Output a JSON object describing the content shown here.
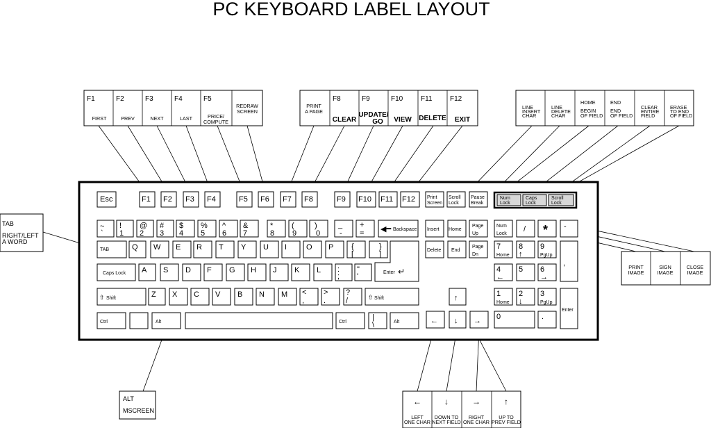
{
  "title": "PC KEYBOARD LABEL LAYOUT",
  "fkey_group1": [
    {
      "key": "F1",
      "label": "FIRST"
    },
    {
      "key": "F2",
      "label": "PREV"
    },
    {
      "key": "F3",
      "label": "NEXT"
    },
    {
      "key": "F4",
      "label": "LAST"
    },
    {
      "key": "F5",
      "label1": "PRICE/",
      "label2": "COMPUTE"
    },
    {
      "key": "",
      "label1": "REDRAW",
      "label2": "SCREEN"
    }
  ],
  "fkey_group2": [
    {
      "key": "",
      "label1": "PRINT",
      "label2": "A PAGE"
    },
    {
      "key": "F8",
      "label": "CLEAR"
    },
    {
      "key": "F9",
      "label1": "UPDATE/",
      "label2": "GO"
    },
    {
      "key": "F10",
      "label": "VIEW"
    },
    {
      "key": "F11",
      "label": "DELETE"
    },
    {
      "key": "F12",
      "label": "EXIT"
    }
  ],
  "edit_group": [
    {
      "l1": "LINE",
      "l2": "INSERT",
      "l3": "CHAR"
    },
    {
      "l1": "LINE",
      "l2": "DELETE",
      "l3": "CHAR"
    },
    {
      "l1": "HOME",
      "l2": "BEGIN",
      "l3": "OF FIELD"
    },
    {
      "l1": "END",
      "l2": "END",
      "l3": "OF FIELD"
    },
    {
      "l1": "CLEAR",
      "l2": "ENTIRE",
      "l3": "FIELD"
    },
    {
      "l1": "ERASE",
      "l2": "TO END",
      "l3": "OF FIELD"
    }
  ],
  "image_group": [
    {
      "l1": "PRINT",
      "l2": "IMAGE"
    },
    {
      "l1": "SIGN",
      "l2": "IMAGE"
    },
    {
      "l1": "CLOSE",
      "l2": "IMAGE"
    }
  ],
  "tab_callout": {
    "l1": "TAB",
    "l2": "RIGHT/LEFT",
    "l3": "A WORD"
  },
  "alt_callout": {
    "l1": "ALT",
    "l2": "MSCREEN"
  },
  "arrow_group": [
    {
      "arrow": "←",
      "l1": "LEFT",
      "l2": "ONE CHAR"
    },
    {
      "arrow": "↓",
      "l1": "DOWN TO",
      "l2": "NEXT FIELD"
    },
    {
      "arrow": "→",
      "l1": "RIGHT",
      "l2": "ONE CHAR"
    },
    {
      "arrow": "↑",
      "l1": "UP TO",
      "l2": "PREV FIELD"
    }
  ],
  "keys": {
    "esc": "Esc",
    "fkeys": [
      "F1",
      "F2",
      "F3",
      "F4",
      "F5",
      "F6",
      "F7",
      "F8",
      "F9",
      "F10",
      "F11",
      "F12"
    ],
    "print_screen": [
      "Print",
      "Screen"
    ],
    "scroll_lock": [
      "Scroll",
      "Lock"
    ],
    "pause_break": [
      "Pause",
      "Break"
    ],
    "indicators": [
      [
        "Num",
        "Lock"
      ],
      [
        "Caps",
        "Lock"
      ],
      [
        "Scroll",
        "Lock"
      ]
    ],
    "number_row": [
      [
        "~",
        "`"
      ],
      [
        "!",
        "1"
      ],
      [
        "@",
        "2"
      ],
      [
        "#",
        "3"
      ],
      [
        "$",
        "4"
      ],
      [
        "%",
        "5"
      ],
      [
        "^",
        "6"
      ],
      [
        "&",
        "7"
      ],
      [
        "*",
        "8"
      ],
      [
        "(",
        "9"
      ],
      [
        ")",
        "0"
      ],
      [
        "_",
        "-"
      ],
      [
        "+",
        "="
      ]
    ],
    "backspace": "Backspace",
    "tab": "TAB",
    "qwerty": [
      "Q",
      "W",
      "E",
      "R",
      "T",
      "Y",
      "U",
      "I",
      "O",
      "P"
    ],
    "bracket_open": [
      "{",
      "["
    ],
    "bracket_close": [
      "}",
      "]"
    ],
    "caps_lock": "Caps  Lock",
    "asdf": [
      "A",
      "S",
      "D",
      "F",
      "G",
      "H",
      "J",
      "K",
      "L"
    ],
    "semicolon": [
      ":",
      ";"
    ],
    "quote": [
      "\"",
      "'"
    ],
    "enter": "Enter",
    "shift": "Shift",
    "zxcv": [
      "Z",
      "X",
      "C",
      "V",
      "B",
      "N",
      "M"
    ],
    "comma": [
      "<",
      ","
    ],
    "period": [
      ">",
      "."
    ],
    "slash": [
      "?",
      "/"
    ],
    "ctrl": "Ctrl",
    "alt": "Alt",
    "backslash": [
      "|",
      "\\"
    ],
    "insert": "Insert",
    "home": "Home",
    "page_up": [
      "Page",
      "Up"
    ],
    "delete": "Delete",
    "end": "End",
    "page_down": [
      "Page",
      "Dn"
    ],
    "num_lock": [
      "Num",
      "Lock"
    ],
    "num_slash": "/",
    "num_star": "*",
    "num_minus": "-",
    "num_plus": ",",
    "num_enter": "Enter",
    "num7": [
      "7",
      "Home"
    ],
    "num8": [
      "8",
      "↑"
    ],
    "num9": [
      "9",
      "PgUp"
    ],
    "num4": [
      "4",
      "←"
    ],
    "num5": "5",
    "num6": [
      "6",
      "→"
    ],
    "num1": [
      "1",
      "Home"
    ],
    "num2": [
      "2",
      "↓"
    ],
    "num3": [
      "3",
      "PgUp"
    ],
    "num0": "0",
    "num_dot": ".",
    "arrow_up": "↑",
    "arrow_left": "←",
    "arrow_down": "↓",
    "arrow_right": "→"
  }
}
